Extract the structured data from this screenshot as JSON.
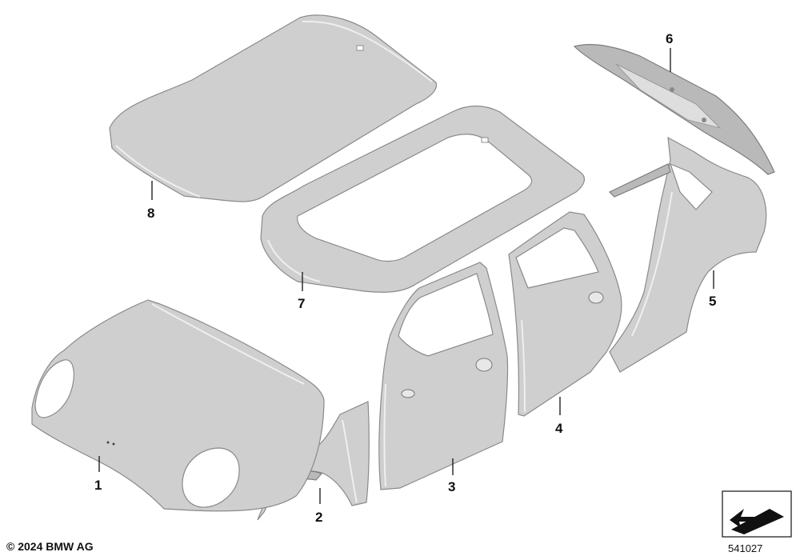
{
  "callouts": [
    {
      "label": "1",
      "part": "bonnet"
    },
    {
      "label": "2",
      "part": "front-side-panel"
    },
    {
      "label": "3",
      "part": "front-door"
    },
    {
      "label": "4",
      "part": "rear-door"
    },
    {
      "label": "5",
      "part": "rear-side-frame"
    },
    {
      "label": "6",
      "part": "rear-panel"
    },
    {
      "label": "7",
      "part": "roof-with-sunroof-opening"
    },
    {
      "label": "8",
      "part": "roof"
    }
  ],
  "copyright": "© 2024 BMW AG",
  "image_number": "541027",
  "colors": {
    "panel": "#cfcfcf",
    "outline": "#8a8a8a",
    "text": "#111111",
    "background": "#ffffff"
  },
  "icons": {
    "corner_icon": "view-direction-icon"
  }
}
